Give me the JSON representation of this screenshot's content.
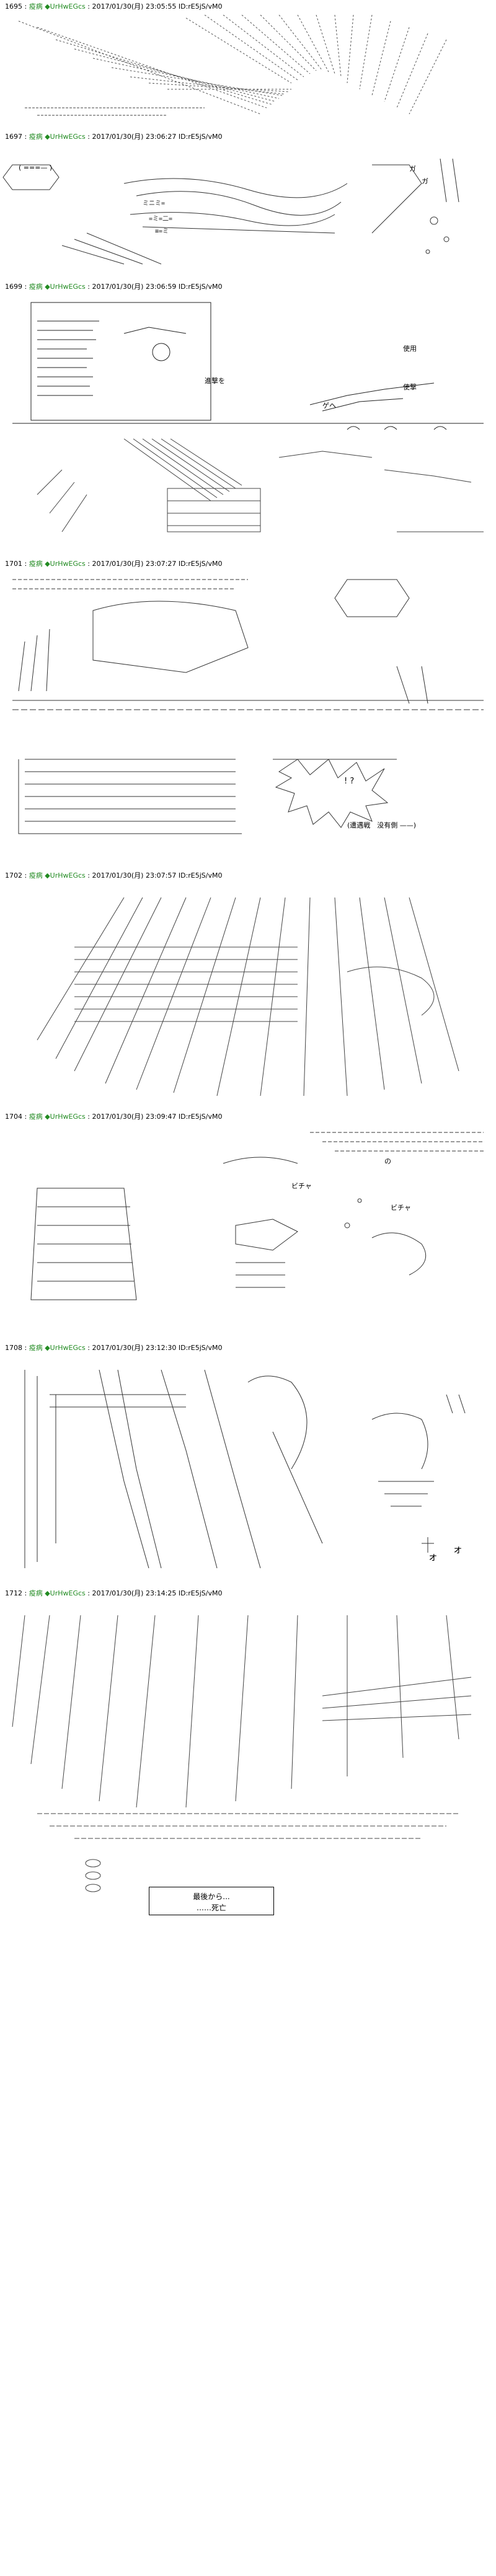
{
  "posts": [
    {
      "num": "1695",
      "name": "疫病",
      "trip": "◆UrHwEGcs",
      "date": "2017/01/30(月) 23:05:55 ID:rE5jS/vM0"
    },
    {
      "num": "1697",
      "name": "疫病",
      "trip": "◆UrHwEGcs",
      "date": "2017/01/30(月) 23:06:27 ID:rE5jS/vM0"
    },
    {
      "num": "1699",
      "name": "疫病",
      "trip": "◆UrHwEGcs",
      "date": "2017/01/30(月) 23:06:59 ID:rE5jS/vM0"
    },
    {
      "num": "1701",
      "name": "疫病",
      "trip": "◆UrHwEGcs",
      "date": "2017/01/30(月) 23:07:27 ID:rE5jS/vM0"
    },
    {
      "num": "1702",
      "name": "疫病",
      "trip": "◆UrHwEGcs",
      "date": "2017/01/30(月) 23:07:57 ID:rE5jS/vM0"
    },
    {
      "num": "1704",
      "name": "疫病",
      "trip": "◆UrHwEGcs",
      "date": "2017/01/30(月) 23:09:47 ID:rE5jS/vM0"
    },
    {
      "num": "1708",
      "name": "疫病",
      "trip": "◆UrHwEGcs",
      "date": "2017/01/30(月) 23:12:30 ID:rE5jS/vM0"
    },
    {
      "num": "1712",
      "name": "疫病",
      "trip": "◆UrHwEGcs",
      "date": "2017/01/30(月) 23:14:25 ID:rE5jS/vM0"
    }
  ],
  "texts": {
    "p1697_dash": "(  ===— )",
    "p1697_fx1": "ガ",
    "p1697_fx2": "ガ",
    "p1699_kanji1": "進撃を",
    "p1699_kanji2": "使用",
    "p1699_kanji3": "使撃",
    "p1699_fx": "ゲヘ",
    "p1701_caption": "(遭遇戦　没有側 ——)",
    "p1701_bubble": "! ?",
    "p1704_fx1": "ビチャ",
    "p1704_fx2": "ビチャ",
    "p1704_fx3": "の",
    "p1708_fx1": "ォ",
    "p1708_fx2": "ォ",
    "p1712_box1": "最後から...",
    "p1712_box2": "……死亡"
  }
}
